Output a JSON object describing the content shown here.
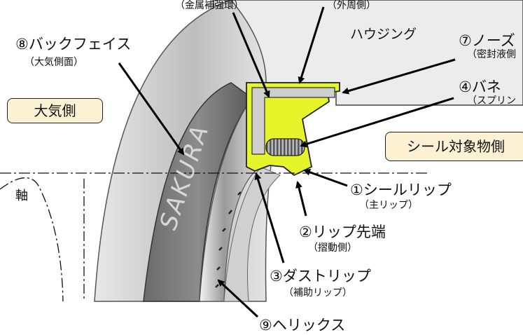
{
  "labels": {
    "reinforce_sub": "（金属補強環）",
    "outer_sub": "（外周側）",
    "housing": "ハウジング",
    "back_face": "⑧バックフェイス",
    "back_face_sub": "（大気側面）",
    "nose": "⑦ノーズ",
    "nose_sub": "（密封液側",
    "spring": "④バネ",
    "spring_sub": "（スプリン",
    "shaft": "軸",
    "seal_lip": "①シールリップ",
    "seal_lip_sub": "（主リップ）",
    "lip_tip": "②リップ先端",
    "lip_tip_sub": "（摺動側）",
    "dust_lip": "③ダストリップ",
    "dust_lip_sub": "（補助リップ）",
    "helix": "⑨ヘリックス",
    "brand": "SAKURA"
  },
  "boxes": {
    "atmosphere": "大気側",
    "sealed_side": "シール対象物側"
  },
  "colors": {
    "rubber": "#e6f52a",
    "metal": "#c9c9c9",
    "box_fill": "#fdf1d4",
    "housing": "#ececec"
  }
}
